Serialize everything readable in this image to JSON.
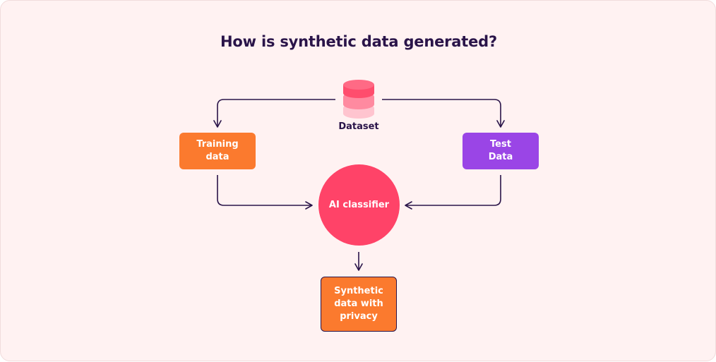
{
  "diagram": {
    "title": "How is synthetic data generated?",
    "nodes": {
      "dataset": {
        "label": "Dataset",
        "icon": "database-icon"
      },
      "training": {
        "label": "Training\ndata"
      },
      "test": {
        "label": "Test\nData"
      },
      "classifier": {
        "label": "AI classifier"
      },
      "output": {
        "label": "Synthetic\ndata with\nprivacy"
      }
    },
    "edges": [
      {
        "from": "dataset",
        "to": "training"
      },
      {
        "from": "dataset",
        "to": "test"
      },
      {
        "from": "training",
        "to": "classifier"
      },
      {
        "from": "test",
        "to": "classifier"
      },
      {
        "from": "classifier",
        "to": "output"
      }
    ],
    "colors": {
      "background": "#fff2f2",
      "text_dark": "#2a1449",
      "orange": "#fb7a2e",
      "purple": "#9a45e6",
      "pink": "#ff4368",
      "db_top": "#ff4d6d",
      "db_mid": "#ff8aa0",
      "db_bottom": "#ffc4cf"
    }
  }
}
